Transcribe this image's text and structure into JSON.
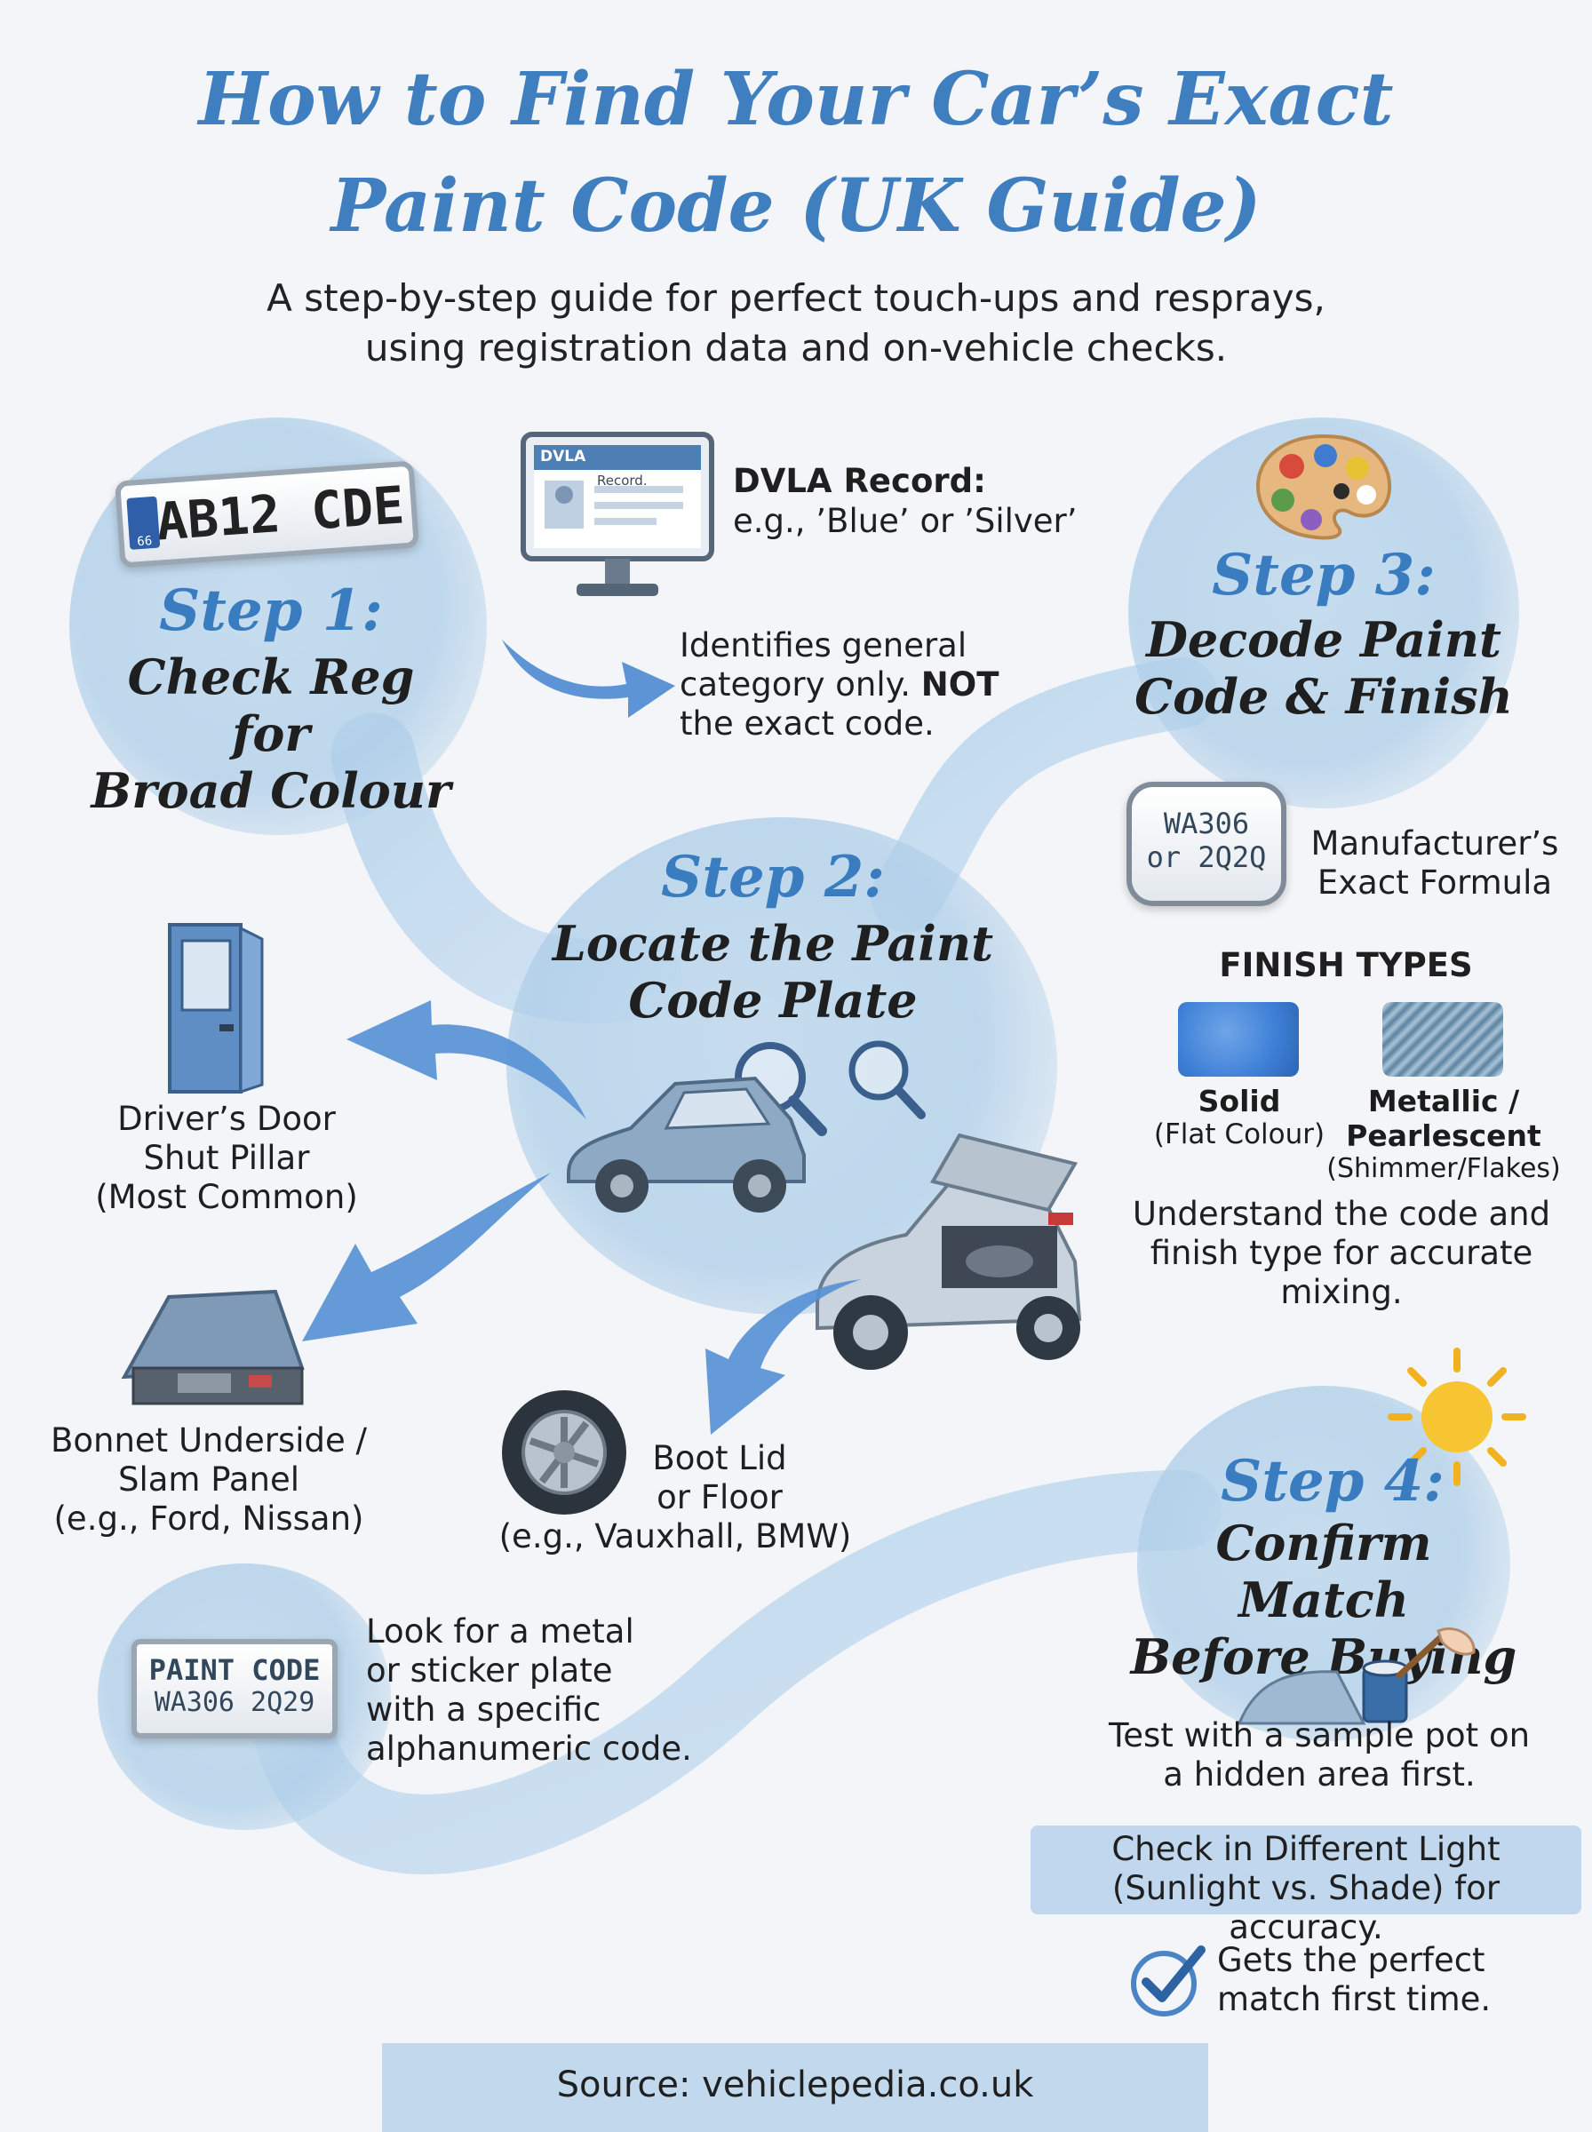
{
  "header": {
    "title_line1": "How to Find Your Car’s Exact",
    "title_line2": "Paint Code (UK Guide)",
    "subtitle_line1": "A step-by-step guide for perfect touch-ups and resprays,",
    "subtitle_line2": "using registration data and on-vehicle checks."
  },
  "step1": {
    "label": "Step 1:",
    "desc_line1": "Check Reg for",
    "desc_line2": "Broad Colour",
    "plate_text": "AB12 CDE",
    "plate_badge": "66",
    "dvla_screen_title": "DVLA",
    "dvla_screen_record": "Record.",
    "dvla_heading": "DVLA Record:",
    "dvla_example": "e.g., ’Blue’ or ’Silver’",
    "note_line1": "Identifies general",
    "note_line2_a": "category only.",
    "note_line2_b": "NOT",
    "note_line3": "the exact code."
  },
  "step2": {
    "label": "Step 2:",
    "desc_line1": "Locate the Paint",
    "desc_line2": "Code Plate",
    "loc_door_1": "Driver’s Door",
    "loc_door_2": "Shut Pillar",
    "loc_door_3": "(Most Common)",
    "loc_bonnet_1": "Bonnet Underside /",
    "loc_bonnet_2": "Slam Panel",
    "loc_bonnet_3": "(e.g., Ford, Nissan)",
    "loc_boot_1": "Boot Lid",
    "loc_boot_2": "or Floor",
    "loc_boot_3": "(e.g., Vauxhall, BMW)",
    "plate_line1": "PAINT CODE",
    "plate_line2": "WA306 2Q29",
    "plate_note_1": "Look for a metal",
    "plate_note_2": "or sticker plate",
    "plate_note_3": "with a specific",
    "plate_note_4": "alphanumeric code."
  },
  "step3": {
    "label": "Step 3:",
    "desc_line1": "Decode Paint",
    "desc_line2": "Code & Finish",
    "code_line1": "WA306",
    "code_line2": "or 2Q2Q",
    "formula_1": "Manufacturer’s",
    "formula_2": "Exact Formula",
    "finish_heading": "FINISH TYPES",
    "solid_name": "Solid",
    "solid_sub": "(Flat Colour)",
    "metallic_name_1": "Metallic /",
    "metallic_name_2": "Pearlescent",
    "metallic_sub": "(Shimmer/Flakes)",
    "note_1": "Understand the code and",
    "note_2": "finish type for accurate",
    "note_3": "mixing."
  },
  "step4": {
    "label": "Step 4:",
    "desc_line1": "Confirm Match",
    "desc_line2": "Before Buying",
    "test_1": "Test with a sample pot on",
    "test_2": "a hidden area first.",
    "light_1": "Check in Different Light",
    "light_2": "(Sunlight vs. Shade) for accuracy.",
    "result_1": "Gets the perfect",
    "result_2": "match first time."
  },
  "footer": {
    "source": "Source: vehiclepedia.co.uk"
  },
  "colors": {
    "title": "#3f7fc0",
    "step_label": "#3a7cc0",
    "wash": "#acd0ea",
    "solid_swatch": "#3d7fd6",
    "metallic_swatch": "#6f93ad"
  }
}
